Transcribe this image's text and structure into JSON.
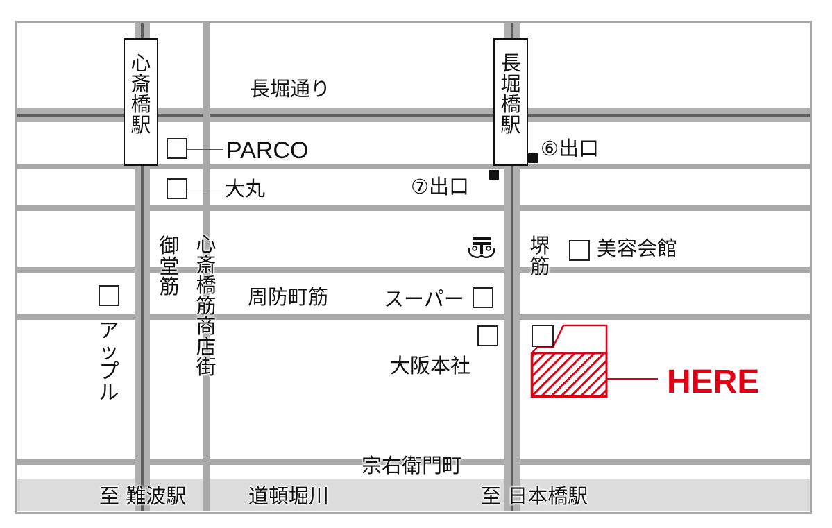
{
  "map": {
    "colors": {
      "road": "#a9a9a9",
      "road_center": "#5e5e5e",
      "canal": "#dcdcdc",
      "frame": "#a6a6a6",
      "here_accent": "#e00016"
    },
    "stations": {
      "shinsaibashi": "心斎橋駅",
      "nagahoribashi": "長堀橋駅"
    },
    "streets": {
      "nagahori_dori": "長堀通り",
      "midosuji": "御堂筋",
      "shinsaibashisuji": "心斎橋筋商店街",
      "suomachisuji": "周防町筋",
      "sakaisuji": "堺筋",
      "soemoncho": "宗右衛門町",
      "dotonborigawa": "道頓堀川"
    },
    "directions": {
      "to_namba": "至 難波駅",
      "to_nipponbashi": "至 日本橋駅"
    },
    "landmarks": {
      "parco": "PARCO",
      "daimaru": "大丸",
      "apple": "アップル",
      "super": "スーパー",
      "osaka_honsha": "大阪本社",
      "biyou_kaikan": "美容会館",
      "bank_icon": "bank-icon"
    },
    "exits": {
      "exit6": "⑥出口",
      "exit7": "⑦出口"
    },
    "destination": {
      "label": "HERE"
    }
  }
}
